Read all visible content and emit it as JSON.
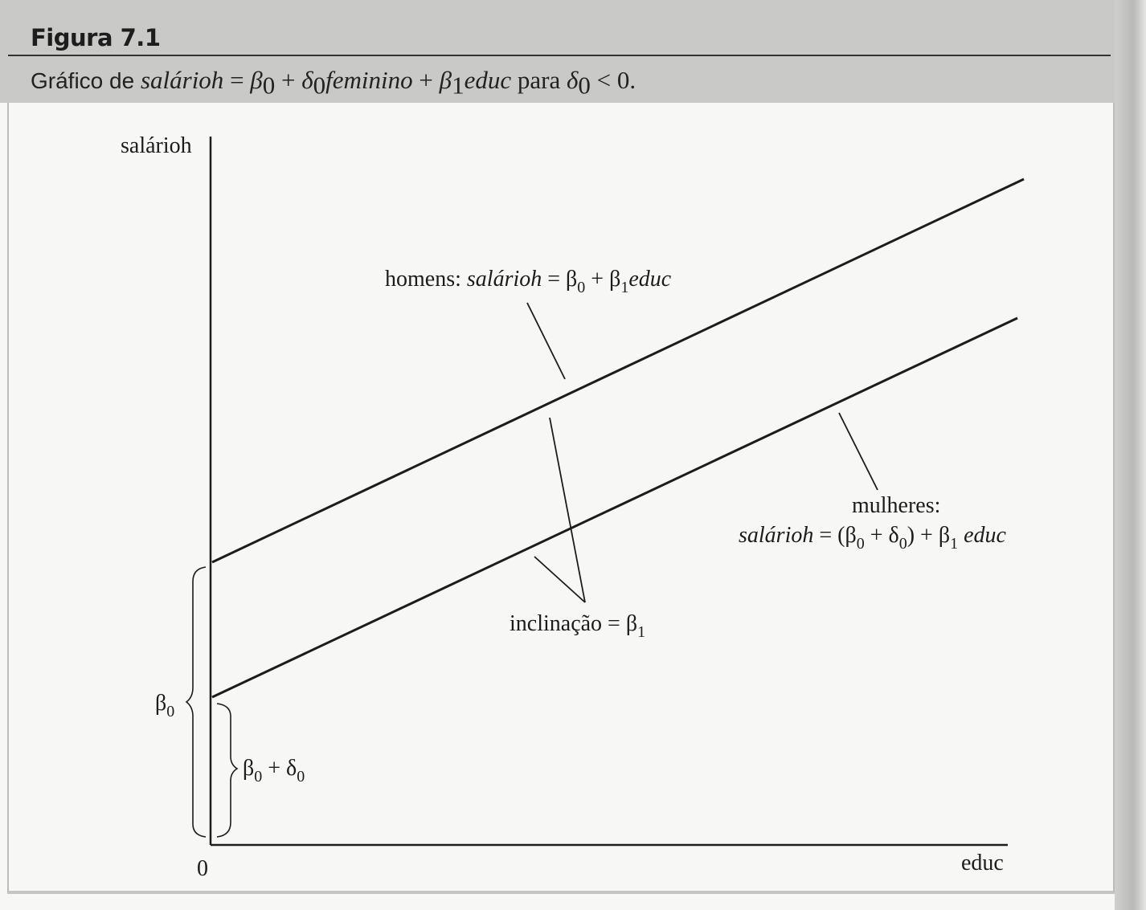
{
  "header": {
    "figure_label": "Figura 7.1",
    "caption": {
      "prefix": "Gráfico de ",
      "lhs": "salárioh",
      "eq": " = ",
      "b0": "β",
      "b0_sub": "0",
      "plus1": " + ",
      "d0": "δ",
      "d0_sub": "0",
      "term1": "feminino",
      "plus2": " + ",
      "b1": "β",
      "b1_sub": "1",
      "term2": "educ",
      "para": " para ",
      "d0b": "δ",
      "d0b_sub": "0",
      "cond": " < 0."
    }
  },
  "diagram": {
    "y_axis_label": "salárioh",
    "x_axis_label": "educ",
    "origin_label": "0",
    "men_label": {
      "prefix": "homens: ",
      "lhs": "salárioh",
      "rhs": " = β",
      "sub0": "0",
      "mid": " + β",
      "sub1": "1",
      "term": "educ"
    },
    "women_label": {
      "line1": "mulheres:",
      "lhs": "salárioh",
      "rhs": " = (β",
      "sub0": "0",
      "mid": " + δ",
      "subd": "0",
      "end": ") + β",
      "sub1": "1",
      "term": " educ"
    },
    "slope_label": {
      "text": "inclinação = β",
      "sub": "1"
    },
    "beta0_label": {
      "sym": "β",
      "sub": "0"
    },
    "beta0_delta0_label": {
      "sym": "β",
      "sub0": "0",
      "mid": " + δ",
      "subd": "0"
    }
  },
  "colors": {
    "header_band": "#c9c9c7",
    "ink": "#1c1c1c",
    "paper": "#f7f7f5"
  }
}
